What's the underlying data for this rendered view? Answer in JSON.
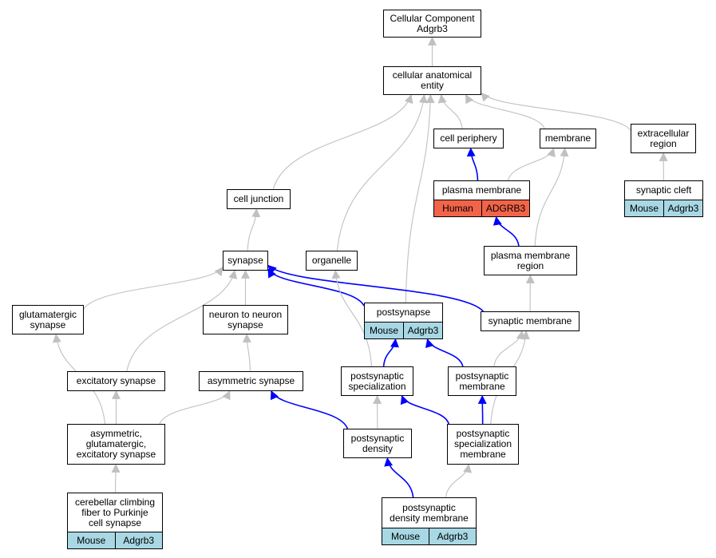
{
  "colors": {
    "gray_edge": "#c0c0c0",
    "blue_edge": "#0000ff",
    "human_tag": "#f26449",
    "mouse_tag": "#a8d8e4"
  },
  "nodes": [
    {
      "id": "root",
      "label": "Cellular Component\nAdgrb3"
    },
    {
      "id": "cae",
      "label": "cellular anatomical\nentity"
    },
    {
      "id": "cellper",
      "label": "cell periphery"
    },
    {
      "id": "membrane",
      "label": "membrane"
    },
    {
      "id": "extreg",
      "label": "extracellular\nregion"
    },
    {
      "id": "pm",
      "label": "plasma membrane",
      "tags": [
        "Human",
        "ADGRB3"
      ],
      "tag_color": "#f26449"
    },
    {
      "id": "cleft",
      "label": "synaptic cleft",
      "tags": [
        "Mouse",
        "Adgrb3"
      ],
      "tag_color": "#a8d8e4"
    },
    {
      "id": "celljunc",
      "label": "cell junction"
    },
    {
      "id": "synapse",
      "label": "synapse"
    },
    {
      "id": "organelle",
      "label": "organelle"
    },
    {
      "id": "pmr",
      "label": "plasma membrane\nregion"
    },
    {
      "id": "postsyn",
      "label": "postsynapse",
      "tags": [
        "Mouse",
        "Adgrb3"
      ],
      "tag_color": "#a8d8e4"
    },
    {
      "id": "synmem",
      "label": "synaptic membrane"
    },
    {
      "id": "glut",
      "label": "glutamatergic\nsynapse"
    },
    {
      "id": "n2n",
      "label": "neuron to neuron\nsynapse"
    },
    {
      "id": "excit",
      "label": "excitatory synapse"
    },
    {
      "id": "asym",
      "label": "asymmetric synapse"
    },
    {
      "id": "pss",
      "label": "postsynaptic\nspecialization"
    },
    {
      "id": "psmem",
      "label": "postsynaptic\nmembrane"
    },
    {
      "id": "age",
      "label": "asymmetric,\nglutamatergic,\nexcitatory synapse"
    },
    {
      "id": "psd",
      "label": "postsynaptic\ndensity"
    },
    {
      "id": "pssm",
      "label": "postsynaptic\nspecialization\nmembrane"
    },
    {
      "id": "cfp",
      "label": "cerebellar climbing\nfiber to Purkinje\ncell synapse",
      "tags": [
        "Mouse",
        "Adgrb3"
      ],
      "tag_color": "#a8d8e4"
    },
    {
      "id": "psdm",
      "label": "postsynaptic\ndensity membrane",
      "tags": [
        "Mouse",
        "Adgrb3"
      ],
      "tag_color": "#a8d8e4"
    }
  ],
  "edges": [
    {
      "from": "cae",
      "to": "root",
      "kind": "gray"
    },
    {
      "from": "cellper",
      "to": "cae",
      "kind": "gray"
    },
    {
      "from": "membrane",
      "to": "cae",
      "kind": "gray"
    },
    {
      "from": "extreg",
      "to": "cae",
      "kind": "gray"
    },
    {
      "from": "celljunc",
      "to": "cae",
      "kind": "gray"
    },
    {
      "from": "organelle",
      "to": "cae",
      "kind": "gray"
    },
    {
      "from": "postsyn",
      "to": "cae",
      "kind": "gray"
    },
    {
      "from": "pm",
      "to": "cellper",
      "kind": "blue"
    },
    {
      "from": "pm",
      "to": "membrane",
      "kind": "gray"
    },
    {
      "from": "cleft",
      "to": "extreg",
      "kind": "gray"
    },
    {
      "from": "pmr",
      "to": "pm",
      "kind": "blue"
    },
    {
      "from": "pmr",
      "to": "membrane",
      "kind": "gray"
    },
    {
      "from": "synapse",
      "to": "celljunc",
      "kind": "gray"
    },
    {
      "from": "postsyn",
      "to": "synapse",
      "kind": "blue"
    },
    {
      "from": "synmem",
      "to": "synapse",
      "kind": "blue"
    },
    {
      "from": "synmem",
      "to": "pmr",
      "kind": "gray"
    },
    {
      "from": "glut",
      "to": "synapse",
      "kind": "gray"
    },
    {
      "from": "n2n",
      "to": "synapse",
      "kind": "gray"
    },
    {
      "from": "excit",
      "to": "synapse",
      "kind": "gray"
    },
    {
      "from": "pss",
      "to": "postsyn",
      "kind": "blue"
    },
    {
      "from": "pss",
      "to": "organelle",
      "kind": "gray"
    },
    {
      "from": "psmem",
      "to": "postsyn",
      "kind": "blue"
    },
    {
      "from": "psmem",
      "to": "synmem",
      "kind": "gray"
    },
    {
      "from": "asym",
      "to": "n2n",
      "kind": "gray"
    },
    {
      "from": "age",
      "to": "glut",
      "kind": "gray"
    },
    {
      "from": "age",
      "to": "excit",
      "kind": "gray"
    },
    {
      "from": "age",
      "to": "asym",
      "kind": "gray"
    },
    {
      "from": "psd",
      "to": "pss",
      "kind": "gray"
    },
    {
      "from": "psd",
      "to": "asym",
      "kind": "blue"
    },
    {
      "from": "pssm",
      "to": "pss",
      "kind": "blue"
    },
    {
      "from": "pssm",
      "to": "psmem",
      "kind": "blue"
    },
    {
      "from": "pssm",
      "to": "synmem",
      "kind": "gray"
    },
    {
      "from": "cfp",
      "to": "age",
      "kind": "gray"
    },
    {
      "from": "psdm",
      "to": "psd",
      "kind": "blue"
    },
    {
      "from": "psdm",
      "to": "pssm",
      "kind": "gray"
    }
  ]
}
